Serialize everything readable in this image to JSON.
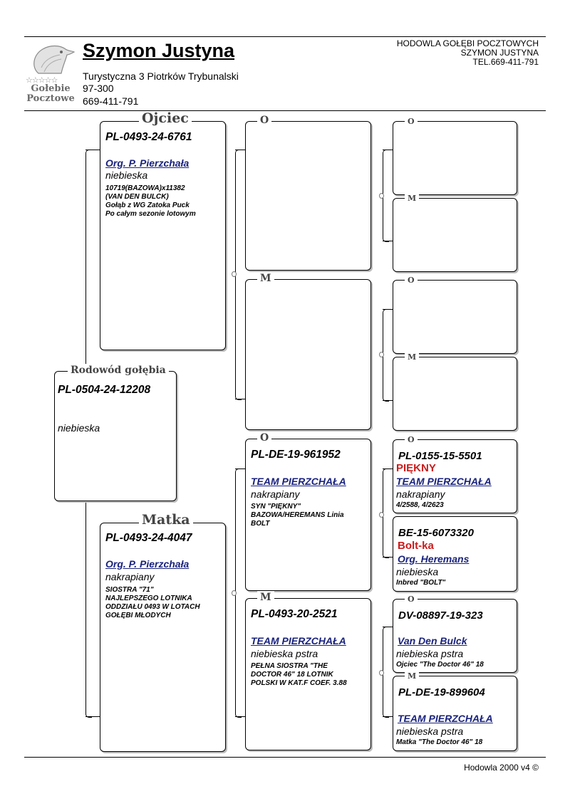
{
  "header": {
    "logo_word1": "Gołebie",
    "logo_word2": "Pocztowe",
    "logo_stars": "☆☆☆☆☆",
    "owner_name": "Szymon Justyna",
    "address_line1": "Turystyczna 3 Piotrków Trybunalski",
    "address_line2": "97-300",
    "address_line3": "669-411-791",
    "breeder_line1": "HODOWLA GOŁĘBI POCZTOWYCH",
    "breeder_line2": "SZYMON JUSTYNA",
    "breeder_line3": "TEL.669-411-791"
  },
  "subject": {
    "title": "Rodowód gołębia",
    "ring": "PL-0504-24-12208",
    "color": "niebieska"
  },
  "father": {
    "title": "Ojciec",
    "ring": "PL-0493-24-6761",
    "owner": "Org. P. Pierzchała",
    "color": "niebieska",
    "notes": [
      "10719(BAZOWA)x11382",
      "(VAN DEN BULCK)",
      "Gołąb z WG Zatoka Puck",
      "Po całym sezonie lotowym"
    ]
  },
  "mother": {
    "title": "Matka",
    "ring": "PL-0493-24-4047",
    "owner": "Org. P. Pierzchała",
    "color": "nakrapiany",
    "notes": [
      "SIOSTRA \"71\"",
      "NAJLEPSZEGO LOTNIKA",
      "ODDZIAŁU 0493 W LOTACH",
      "GOŁĘBI MŁODYCH"
    ]
  },
  "ff": {
    "title": "O"
  },
  "fm": {
    "title": "M"
  },
  "fff": {
    "title": "O"
  },
  "ffm": {
    "title": "M"
  },
  "fmf": {
    "title": "O"
  },
  "fmm": {
    "title": "M"
  },
  "mf": {
    "title": "O",
    "ring": "PL-DE-19-961952",
    "owner": "TEAM PIERZCHAŁA",
    "color": "nakrapiany",
    "notes": [
      "SYN \"PIĘKNY\"",
      "BAZOWA/HEREMANS Linia",
      "BOLT"
    ]
  },
  "mm": {
    "title": "M",
    "ring": "PL-0493-20-2521",
    "owner": "TEAM PIERZCHAŁA",
    "color": "niebieska pstra",
    "notes": [
      "PEŁNA SIOSTRA \"THE",
      "DOCTOR 46\" 18 LOTNIK",
      "POLSKI W KAT.F COEF. 3.88"
    ]
  },
  "mff": {
    "title": "O",
    "ring": "PL-0155-15-5501",
    "nickname": "PIĘKNY",
    "owner": "TEAM PIERZCHAŁA",
    "color": "nakrapiany",
    "notes": "4/2588, 4/2623"
  },
  "mfm": {
    "title": "M",
    "ring": "BE-15-6073320",
    "nickname": "Bolt-ka",
    "owner": "Org. Heremans",
    "color": "niebieska",
    "notes": "Inbred \"BOLT\""
  },
  "mmf": {
    "title": "O",
    "ring": "DV-08897-19-323",
    "owner": "Van Den Bulck",
    "color": "niebieska pstra",
    "notes": "Ojciec \"The Doctor 46\" 18"
  },
  "mmm": {
    "title": "M",
    "ring": "PL-DE-19-899604",
    "owner": "TEAM PIERZCHAŁA",
    "color": "niebieska pstra",
    "notes": "Matka \"The Doctor 46\" 18"
  },
  "footer": {
    "text": "Hodowla 2000 v4 ©"
  },
  "colors": {
    "owner_link": "#1a237e",
    "nickname": "#cc1a1a",
    "title_gray": "#444444"
  }
}
